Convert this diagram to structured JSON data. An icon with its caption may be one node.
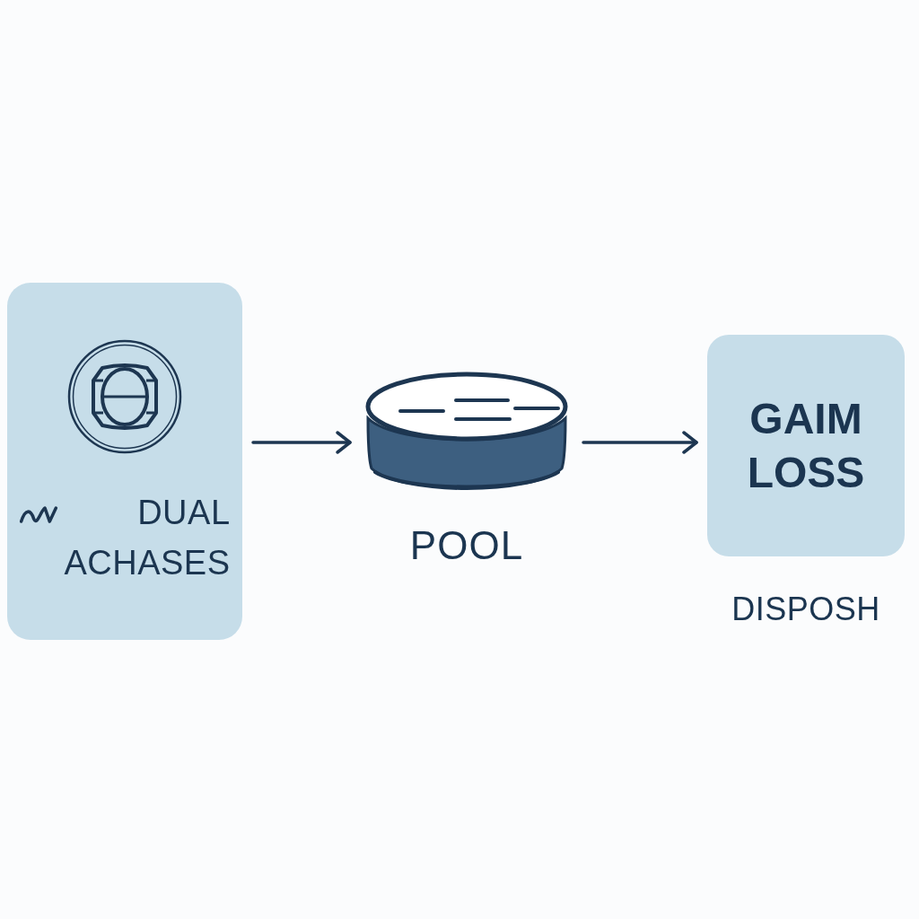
{
  "diagram": {
    "nodes": [
      {
        "text": [
          "DUAL ACHASES"
        ]
      },
      {
        "text": [
          "POOL"
        ]
      },
      {
        "text": [
          "GAIM LOSS"
        ],
        "beside": [
          "DISPOSH"
        ]
      }
    ],
    "edges": [
      {
        "from": 0,
        "to": 1,
        "arrow": "to"
      },
      {
        "from": 1,
        "to": 2,
        "arrow": "to"
      }
    ]
  }
}
